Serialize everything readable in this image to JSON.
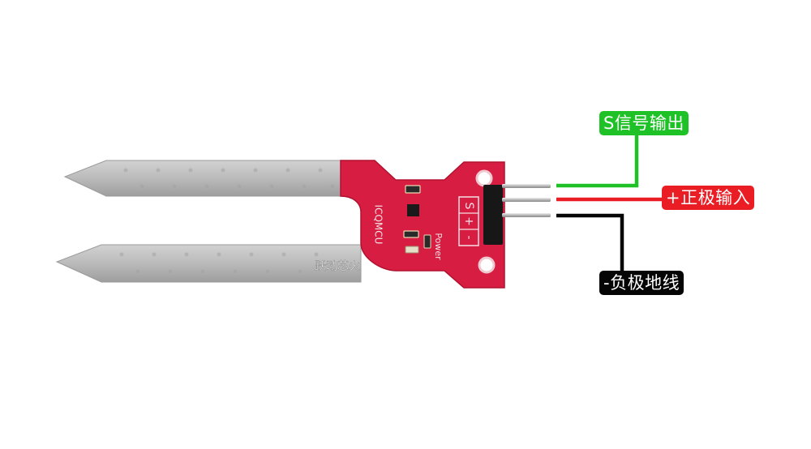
{
  "labels": {
    "signal": {
      "text": "S信号输出",
      "color": "#1fc226"
    },
    "power": {
      "text": "+正极输入",
      "color": "#ea1c24"
    },
    "ground": {
      "text": "-负极地线",
      "color": "#050505"
    }
  },
  "board": {
    "brand": "ICQMCU",
    "power_marking": "Power",
    "watermark": "跃动芯火",
    "pin_s": "S",
    "pin_plus": "+",
    "pin_minus": "-"
  },
  "colors": {
    "pcb": "#d71e42",
    "probe": "#b7b7b7",
    "signal_wire": "#1fc226",
    "power_wire": "#ea1c24",
    "ground_wire": "#050505"
  }
}
